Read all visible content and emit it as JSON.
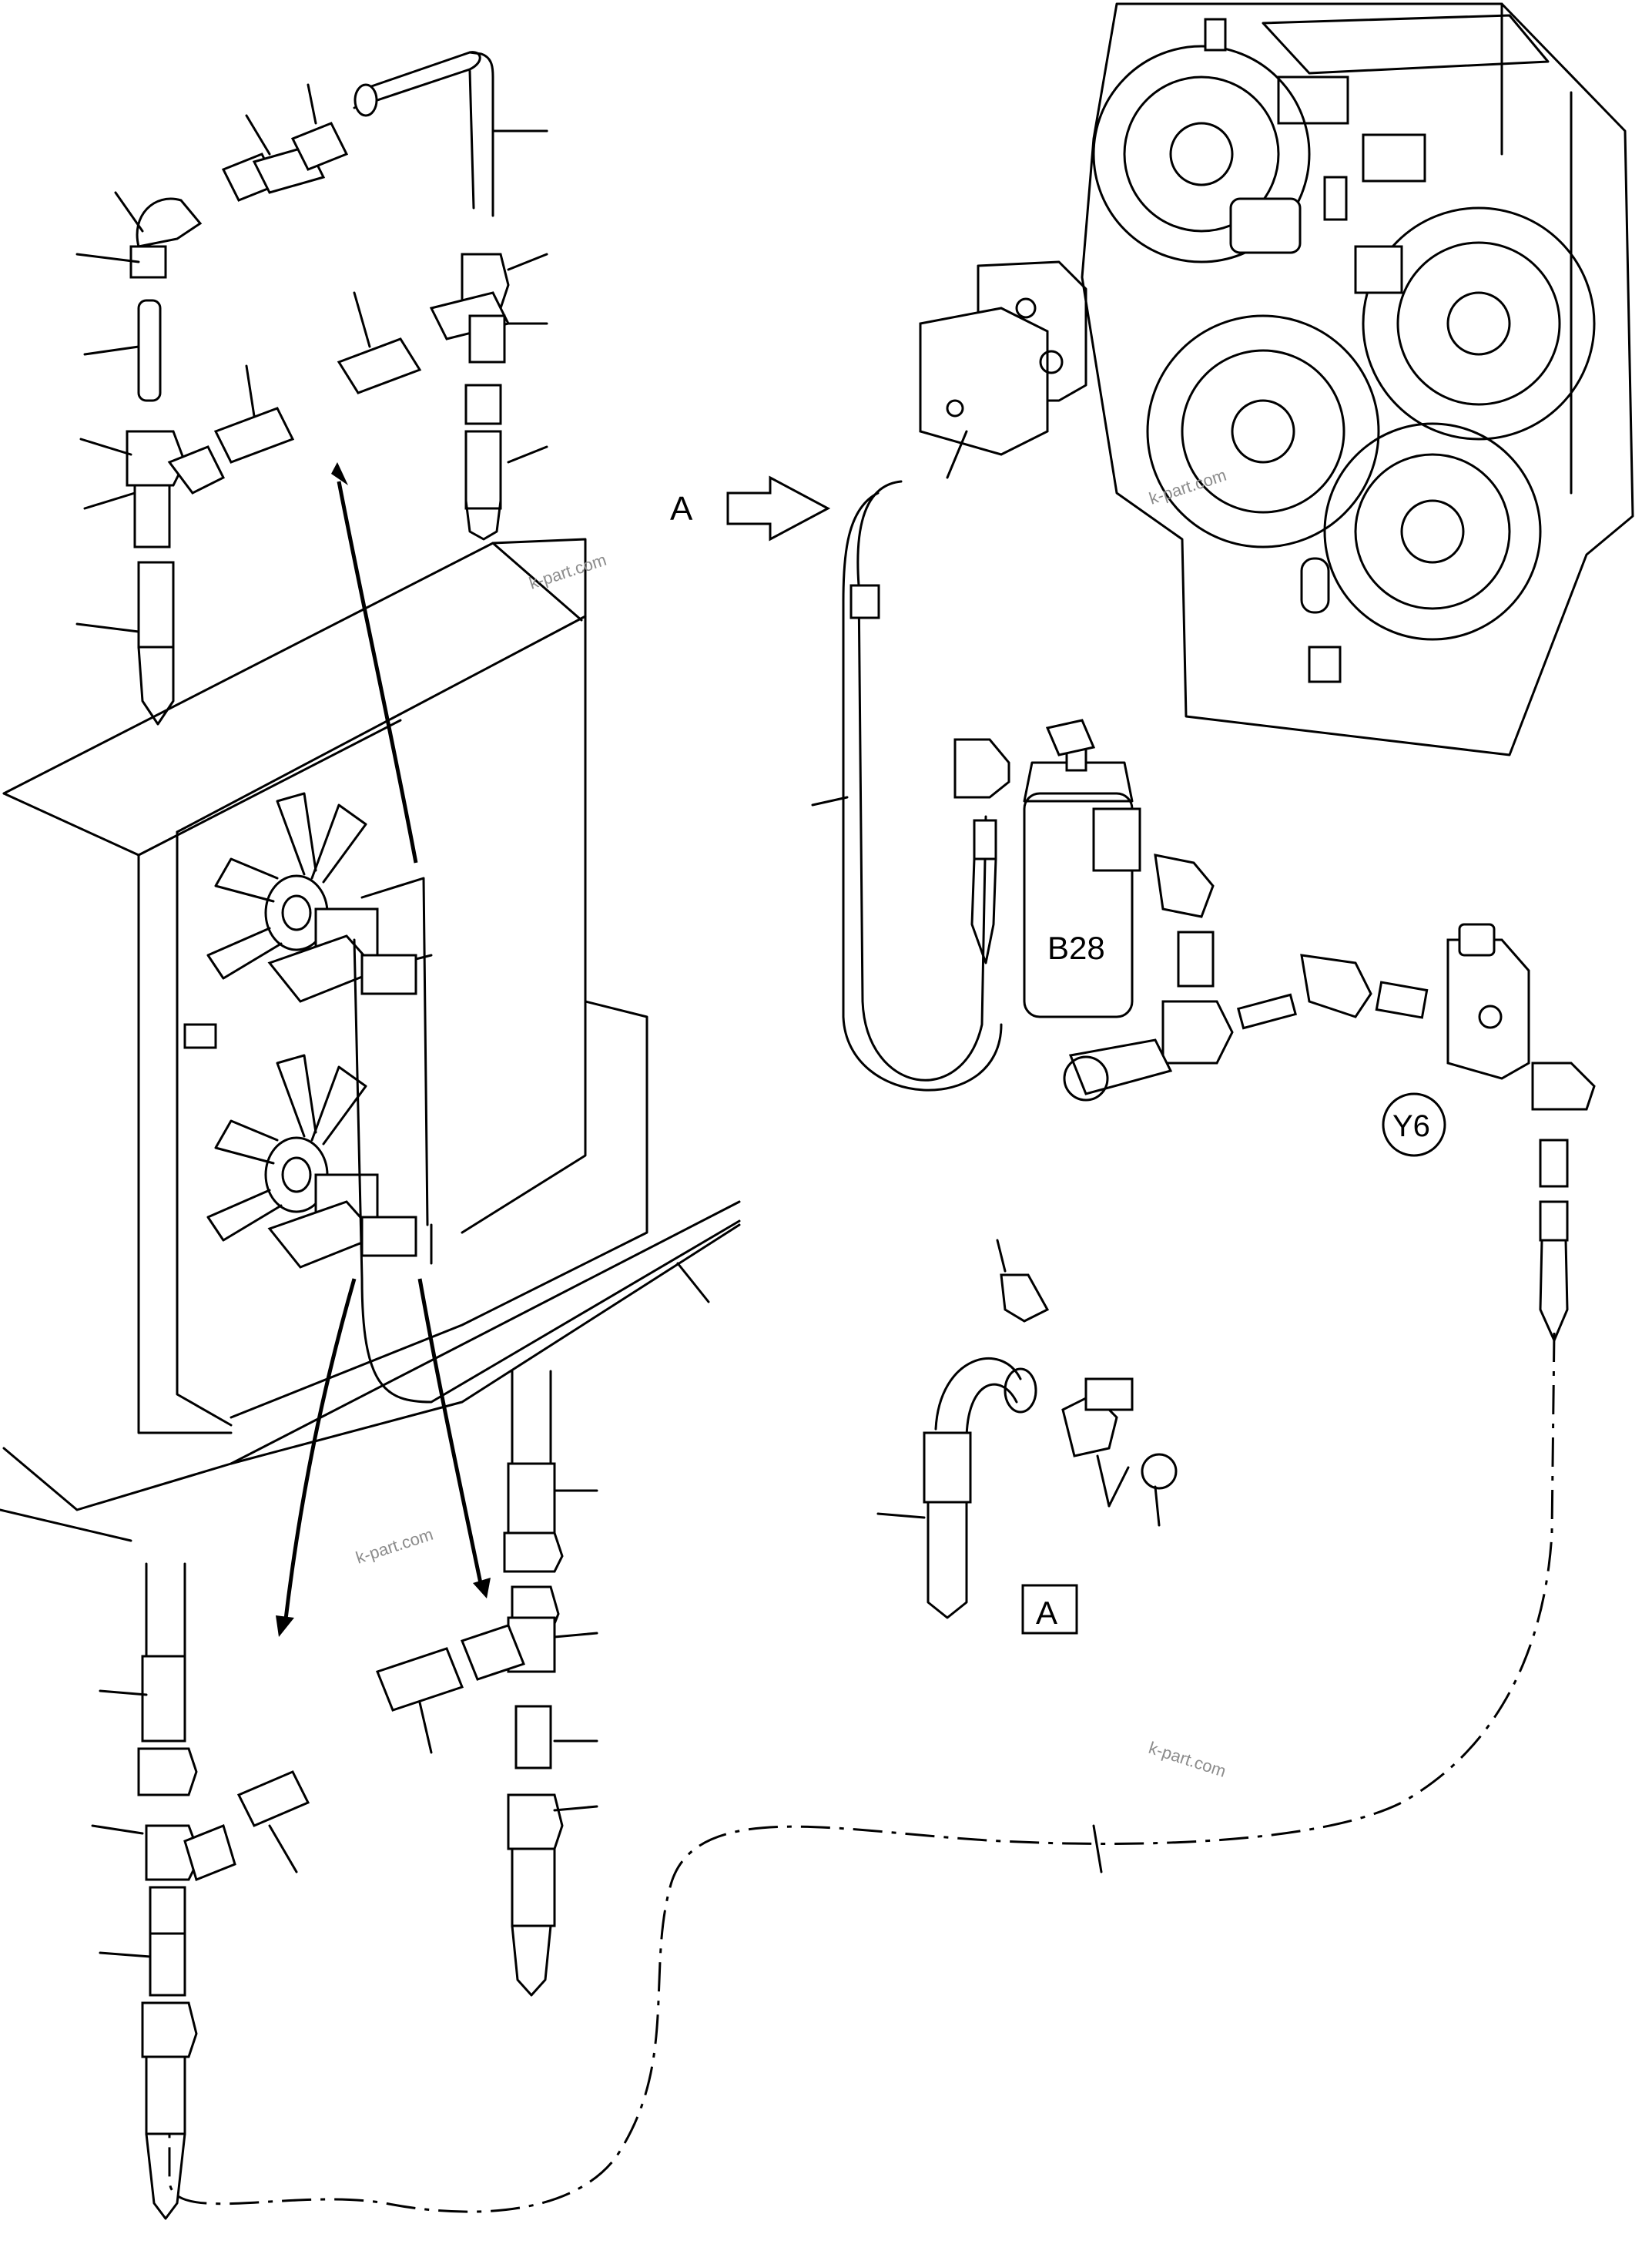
{
  "diagram": {
    "labels": {
      "view_arrow": "A",
      "filter": "B28",
      "valve": "Y6",
      "detail_box": "A"
    },
    "watermark": "k-part.com",
    "colors": {
      "line": "#000000",
      "background": "#ffffff",
      "watermark": "#8c8c8c"
    }
  }
}
